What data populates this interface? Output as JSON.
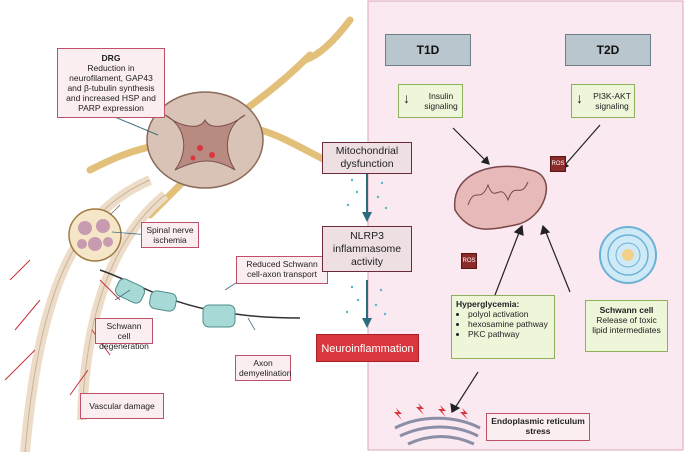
{
  "drg": {
    "title": "DRG",
    "text": "Reduction in neurofilament, GAP43 and β-tubulin synthesis and increased HSP and PARP expression"
  },
  "spinal_nerve_ischemia": "Spinal nerve ischemia",
  "schwann_degeneration": "Schwann cell degeneration",
  "reduced_transport": "Reduced Schwann cell-axon transport",
  "axon_demyelination": "Axon demyelination",
  "vascular_damage": "Vascular damage",
  "mito_dysfunction": "Mitochondrial dysfunction",
  "nlrp3": "NLRP3 inflammasome activity",
  "neuroinflammation": "Neuroinflammation",
  "t1d": {
    "label": "T1D",
    "box": "Insulin signaling",
    "arrow": "↓"
  },
  "t2d": {
    "label": "T2D",
    "box": "PI3K-AKT signaling",
    "arrow": "↓"
  },
  "ros": "ROS",
  "hyperglycemia": {
    "title": "Hyperglycemia:",
    "items": [
      "polyol activation",
      "hexosamine pathway",
      "PKC pathway"
    ]
  },
  "schwann_cell": {
    "title": "Schwann cell",
    "text": "Release of toxic lipid intermediates"
  },
  "er_stress": "Endoplasmic reticulum stress",
  "colors": {
    "panel": "#fbe9f1",
    "panel_border": "#d9a6bf",
    "neuro": "#d9363e",
    "nerve": "#e8c47a"
  }
}
